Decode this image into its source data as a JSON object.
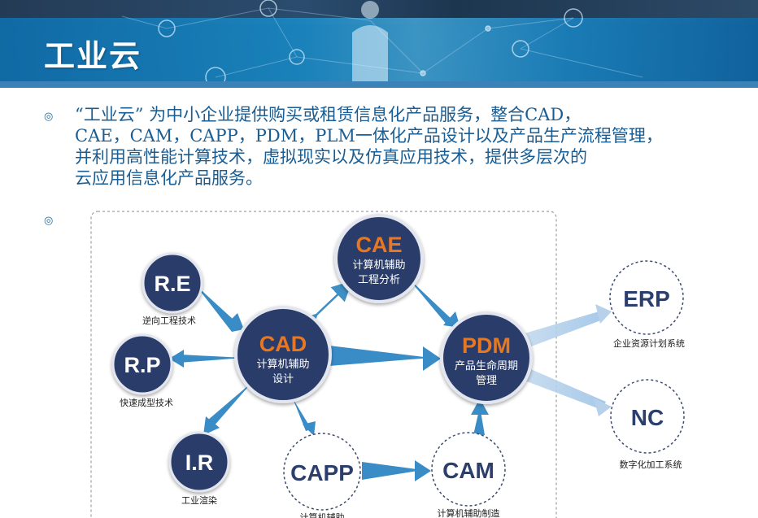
{
  "header": {
    "title": "工业云"
  },
  "intro": {
    "lines": [
      "“工业云” 为中小企业提供购买或租赁信息化产品服务，整合CAD，",
      "CAE，CAM，CAPP，PDM，PLM一体化产品设计以及产品生产流程管理，",
      "并利用高性能计算技术，虚拟现实以及仿真应用技术，提供多层次的",
      "云应用信息化产品服务。"
    ]
  },
  "bullets": [
    "◎",
    "◎"
  ],
  "diagram": {
    "nodes": {
      "re": {
        "title": "R.E",
        "caption": "逆向工程技术"
      },
      "rp": {
        "title": "R.P",
        "caption": "快速成型技术"
      },
      "ir": {
        "title": "I.R",
        "caption": "工业渲染"
      },
      "cad": {
        "title": "CAD",
        "sub1": "计算机辅助",
        "sub2": "设计"
      },
      "cae": {
        "title": "CAE",
        "sub1": "计算机辅助",
        "sub2": "工程分析"
      },
      "pdm": {
        "title": "PDM",
        "sub1": "产品生命周期",
        "sub2": "管理"
      },
      "capp": {
        "title": "CAPP",
        "caption": "计算机辅助"
      },
      "cam": {
        "title": "CAM",
        "caption": "计算机辅助制造"
      },
      "erp": {
        "title": "ERP",
        "caption": "企业资源计划系统"
      },
      "nc": {
        "title": "NC",
        "caption": "数字化加工系统"
      }
    }
  },
  "colors": {
    "navy": "#2c3e6b",
    "orange": "#e87722",
    "arrow": "#3d8fc4",
    "text": "#1a5d93"
  }
}
